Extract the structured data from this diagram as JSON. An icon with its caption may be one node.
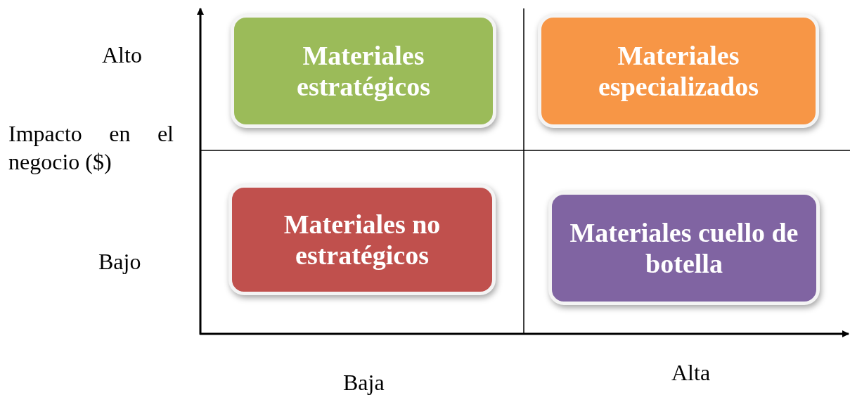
{
  "diagram": {
    "nodes": [
      {
        "text": [
          "Materiales estratégicos"
        ]
      },
      {
        "text": [
          "Materiales especializados"
        ]
      },
      {
        "text": [
          "Materiales no estratégicos"
        ]
      },
      {
        "text": [
          "Materiales cuello de botella"
        ]
      }
    ],
    "labels": [
      "Alto",
      "Impacto en el negocio ($)",
      "Bajo",
      "Baja",
      "Alta"
    ]
  }
}
